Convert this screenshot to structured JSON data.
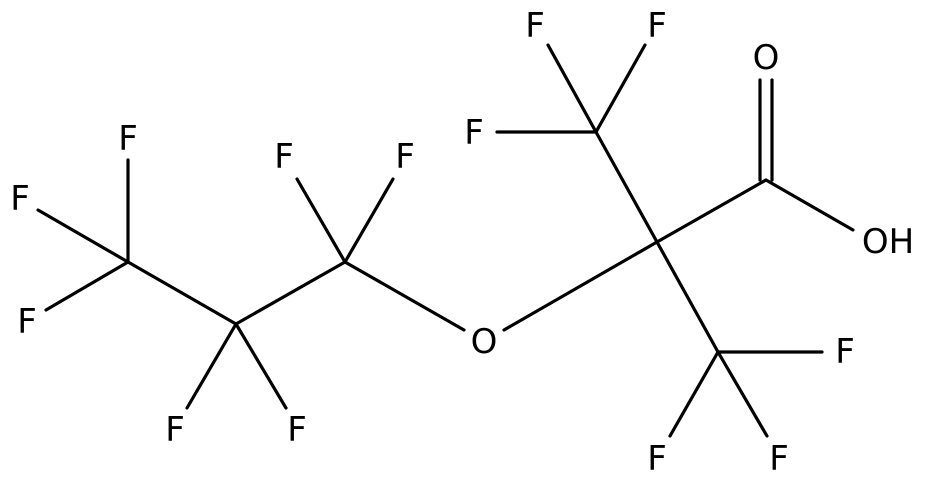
{
  "molecule": {
    "atoms": {
      "f_c1a": "F",
      "f_c1b": "F",
      "f_c1c": "F",
      "f_c2a": "F",
      "f_c2b": "F",
      "f_c3a": "F",
      "f_c3b": "F",
      "o_ether": "O",
      "f_c5a": "F",
      "f_c5b": "F",
      "f_c5c": "F",
      "o_carbonyl": "O",
      "oh": "OH",
      "f_c7a": "F",
      "f_c7b": "F",
      "f_c7c": "F"
    },
    "colors": {
      "bond": "#000000",
      "label": "#000000"
    }
  }
}
